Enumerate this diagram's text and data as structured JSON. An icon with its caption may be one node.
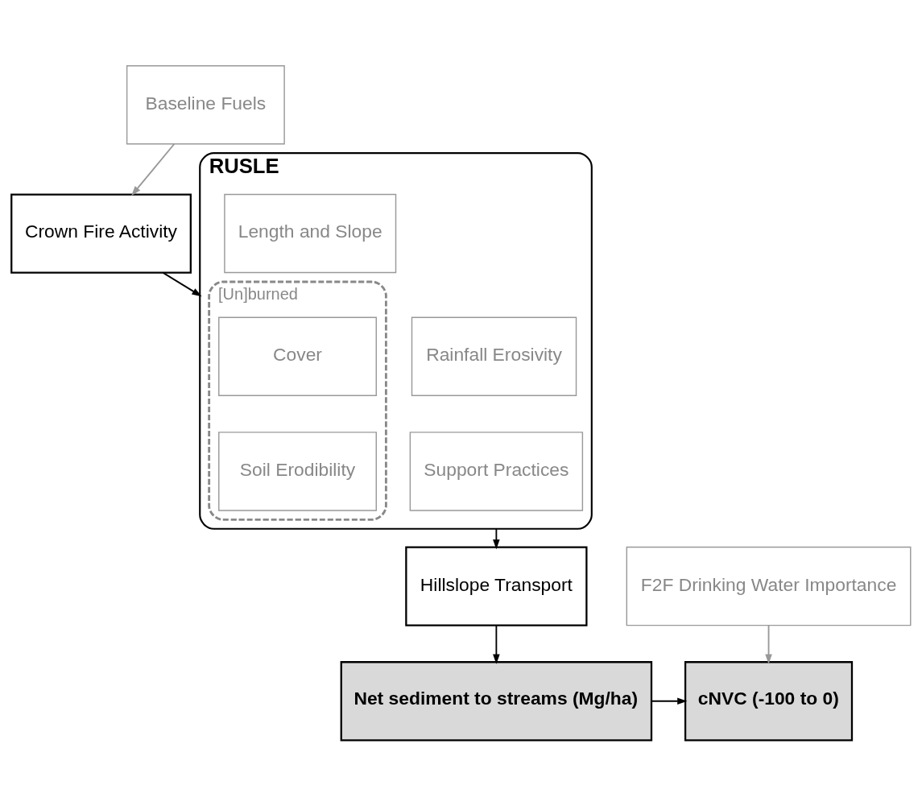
{
  "diagram": {
    "nodes": [
      {
        "text": [
          "Baseline Fuels"
        ]
      },
      {
        "text": [
          "Crown Fire Activity"
        ]
      },
      {
        "text": [
          "RUSLE"
        ]
      },
      {
        "text": [
          "[Un]burned"
        ],
        "in": 2
      },
      {
        "text": [
          "Cover"
        ],
        "in": 3
      },
      {
        "text": [
          "Soil Erodibility"
        ],
        "in": 3
      },
      {
        "text": [
          "Length and Slope"
        ],
        "in": 2
      },
      {
        "text": [
          "Rainfall Erosivity"
        ],
        "in": 2
      },
      {
        "text": [
          "Support Practices"
        ],
        "in": 2
      },
      {
        "text": [
          "Hillslope Transport"
        ]
      },
      {
        "text": [
          "Net sediment to streams (Mg/ha)"
        ]
      },
      {
        "text": [
          "F2F Drinking Water Importance"
        ]
      },
      {
        "text": [
          "cNVC (-100 to 0)"
        ]
      }
    ],
    "edges": [
      {
        "from": 0,
        "to": 1,
        "arrow": "to",
        "color": "#999999"
      },
      {
        "from": 1,
        "to": 2,
        "arrow": "to",
        "color": "#000000"
      },
      {
        "from": 2,
        "to": 9,
        "arrow": "to",
        "color": "#000000"
      },
      {
        "from": 9,
        "to": 10,
        "arrow": "to",
        "color": "#000000"
      },
      {
        "from": 10,
        "to": 12,
        "arrow": "to",
        "color": "#000000"
      },
      {
        "from": 11,
        "to": 12,
        "arrow": "to",
        "color": "#999999"
      }
    ]
  }
}
